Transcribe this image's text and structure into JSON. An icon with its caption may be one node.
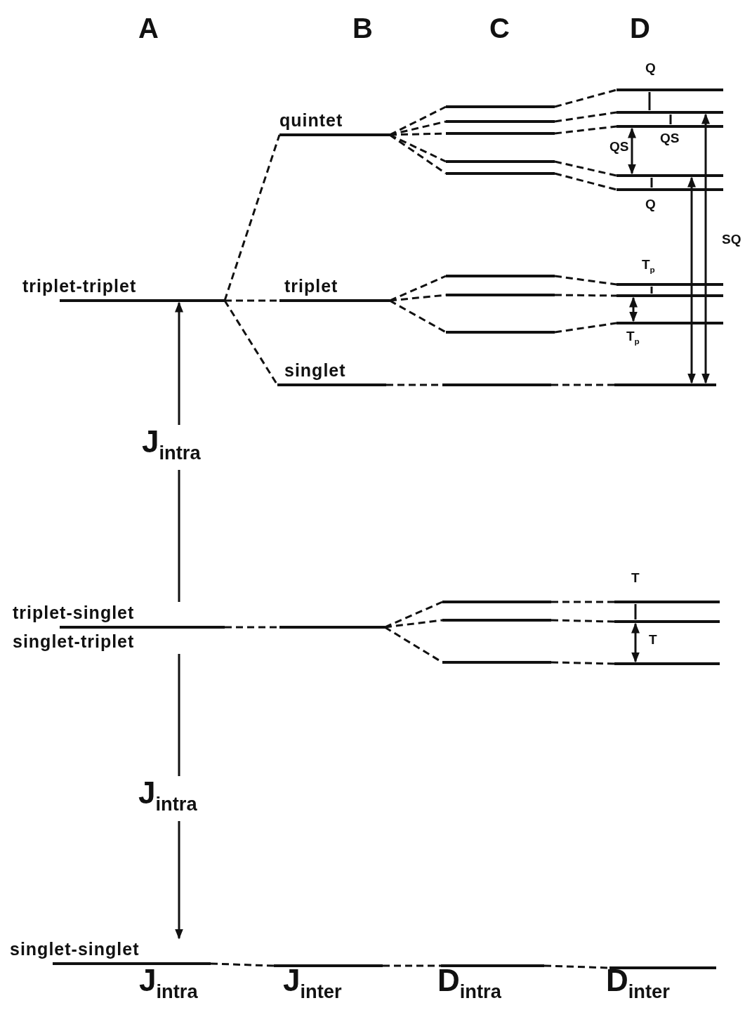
{
  "diagram": {
    "nodes": [
      {
        "text": [
          "triplet-triplet"
        ]
      },
      {
        "text": [
          "triplet-singlet",
          "singlet-triplet"
        ]
      },
      {
        "text": [
          "singlet-singlet"
        ]
      },
      {
        "text": [
          "quintet"
        ]
      },
      {
        "text": [
          "triplet"
        ]
      },
      {
        "text": [
          "singlet"
        ]
      },
      {
        "text": [],
        "shape": "bar"
      },
      {
        "text": [],
        "shape": "bar"
      },
      {
        "text": [],
        "shape": "bar"
      },
      {
        "text": [],
        "shape": "bar"
      },
      {
        "text": [],
        "shape": "bar"
      },
      {
        "text": [],
        "shape": "bar"
      },
      {
        "text": [],
        "shape": "bar"
      },
      {
        "text": [],
        "shape": "bar"
      },
      {
        "text": [],
        "shape": "bar"
      },
      {
        "text": [],
        "shape": "bar"
      },
      {
        "text": [],
        "shape": "bar"
      },
      {
        "text": [],
        "shape": "bar"
      },
      {
        "text": [],
        "shape": "bar"
      },
      {
        "text": [],
        "shape": "bar"
      },
      {
        "text": [],
        "shape": "bar"
      },
      {
        "text": [],
        "shape": "bar"
      },
      {
        "text": [],
        "shape": "bar"
      },
      {
        "text": [],
        "shape": "bar"
      },
      {
        "text": [],
        "shape": "bar"
      },
      {
        "text": [],
        "shape": "bar"
      },
      {
        "text": [],
        "shape": "bar"
      },
      {
        "text": [],
        "shape": "bar"
      },
      {
        "text": [],
        "shape": "bar"
      },
      {
        "text": [],
        "shape": "bar"
      },
      {
        "text": [],
        "shape": "bar"
      },
      {
        "text": [],
        "shape": "bar"
      },
      {
        "text": [],
        "shape": "bar"
      },
      {
        "text": [],
        "shape": "bar"
      }
    ],
    "edges": [
      {
        "from": 0,
        "to": 3,
        "arrow": "none",
        "style": "dashed"
      },
      {
        "from": 0,
        "to": 4,
        "arrow": "none",
        "style": "dashed"
      },
      {
        "from": 0,
        "to": 5,
        "arrow": "none",
        "style": "dashed"
      },
      {
        "from": 1,
        "to": 6,
        "arrow": "none",
        "style": "dashed"
      },
      {
        "from": 2,
        "to": 7,
        "arrow": "none",
        "style": "dashed"
      },
      {
        "from": 3,
        "to": 8,
        "arrow": "none",
        "style": "dashed"
      },
      {
        "from": 3,
        "to": 9,
        "arrow": "none",
        "style": "dashed"
      },
      {
        "from": 3,
        "to": 10,
        "arrow": "none",
        "style": "dashed"
      },
      {
        "from": 3,
        "to": 11,
        "arrow": "none",
        "style": "dashed"
      },
      {
        "from": 3,
        "to": 12,
        "arrow": "none",
        "style": "dashed"
      },
      {
        "from": 4,
        "to": 13,
        "arrow": "none",
        "style": "dashed"
      },
      {
        "from": 4,
        "to": 14,
        "arrow": "none",
        "style": "dashed"
      },
      {
        "from": 4,
        "to": 15,
        "arrow": "none",
        "style": "dashed"
      },
      {
        "from": 5,
        "to": 16,
        "arrow": "none",
        "style": "dashed"
      },
      {
        "from": 6,
        "to": 17,
        "arrow": "none",
        "style": "dashed"
      },
      {
        "from": 6,
        "to": 18,
        "arrow": "none",
        "style": "dashed"
      },
      {
        "from": 6,
        "to": 19,
        "arrow": "none",
        "style": "dashed"
      },
      {
        "from": 7,
        "to": 20,
        "arrow": "none",
        "style": "dashed"
      },
      {
        "from": 8,
        "to": 21,
        "arrow": "none",
        "style": "dashed"
      },
      {
        "from": 9,
        "to": 22,
        "arrow": "none",
        "style": "dashed"
      },
      {
        "from": 10,
        "to": 23,
        "arrow": "none",
        "style": "dashed"
      },
      {
        "from": 11,
        "to": 24,
        "arrow": "none",
        "style": "dashed"
      },
      {
        "from": 12,
        "to": 25,
        "arrow": "none",
        "style": "dashed"
      },
      {
        "from": 13,
        "to": 26,
        "arrow": "none",
        "style": "dashed"
      },
      {
        "from": 14,
        "to": 27,
        "arrow": "none",
        "style": "dashed"
      },
      {
        "from": 15,
        "to": 28,
        "arrow": "none",
        "style": "dashed"
      },
      {
        "from": 16,
        "to": 29,
        "arrow": "none",
        "style": "dashed"
      },
      {
        "from": 17,
        "to": 30,
        "arrow": "none",
        "style": "dashed"
      },
      {
        "from": 18,
        "to": 31,
        "arrow": "none",
        "style": "dashed"
      },
      {
        "from": 19,
        "to": 32,
        "arrow": "none",
        "style": "dashed"
      },
      {
        "from": 20,
        "to": 33,
        "arrow": "none",
        "style": "dashed"
      },
      {
        "from": 1,
        "to": 0,
        "arrow": "to",
        "label": "J$_{intra}$"
      },
      {
        "from": 1,
        "to": 2,
        "arrow": "to",
        "label": "J$_{intra}$"
      },
      {
        "from": 21,
        "to": 22,
        "arrow": "none",
        "label": "Q"
      },
      {
        "from": 22,
        "to": 23,
        "arrow": "none",
        "label": "QS"
      },
      {
        "from": 23,
        "to": 24,
        "arrow": "both",
        "label": "QS"
      },
      {
        "from": 24,
        "to": 25,
        "arrow": "none",
        "label": "Q"
      },
      {
        "from": 29,
        "to": 22,
        "arrow": "both",
        "label": "SQ"
      },
      {
        "from": 29,
        "to": 24,
        "arrow": "both"
      },
      {
        "from": 26,
        "to": 27,
        "arrow": "none",
        "label": "T$_{p}$"
      },
      {
        "from": 27,
        "to": 28,
        "arrow": "both",
        "label": "T$_{p}$"
      },
      {
        "from": 30,
        "to": 31,
        "arrow": "none",
        "label": "T"
      },
      {
        "from": 31,
        "to": 32,
        "arrow": "both",
        "label": "T"
      }
    ],
    "labels": [
      "A",
      "B",
      "C",
      "D",
      "J$_{intra}$",
      "J$_{inter}$",
      "D$_{intra}$",
      "D$_{inter}$"
    ]
  }
}
